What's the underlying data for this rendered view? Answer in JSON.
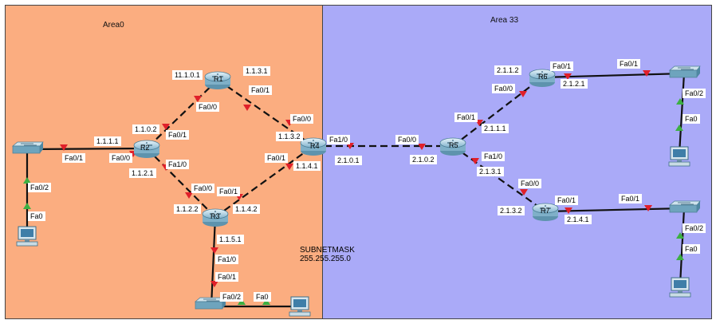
{
  "areas": {
    "area0": "Area0",
    "area33": "Area 33"
  },
  "subnet": {
    "title": "SUBNETMASK",
    "value": "255.255.255.0"
  },
  "routers": {
    "r1": "R1",
    "r2": "R2",
    "r3": "R3",
    "r4": "R4",
    "r5": "R5",
    "r6": "R6",
    "r7": "R7"
  },
  "labels": {
    "r1_ip_left": "11.1.0.1",
    "r1_ip_right": "1.1.3.1",
    "r1_fa00": "Fa0/0",
    "r1_fa01": "Fa0/1",
    "r2_ip_top": "1.1.0.2",
    "r2_fa01_top": "Fa0/1",
    "r2_ip_left": "1.1.1.1",
    "r2_fa00": "Fa0/0",
    "r2_fa10": "Fa1/0",
    "r2_ip_bottom": "1.1.2.1",
    "sw1_fa01": "Fa0/1",
    "sw1_fa02": "Fa0/2",
    "pc1_fa0": "Fa0",
    "r3_fa00": "Fa0/0",
    "r3_fa01": "Fa0/1",
    "r3_ip_left": "1.1.2.2",
    "r3_ip_right": "1.1.4.2",
    "r3_ip_bottom": "1.1.5.1",
    "r3_fa10": "Fa1/0",
    "sw2_fa01": "Fa0/1",
    "sw2_fa02": "Fa0/2",
    "pc2_fa0": "Fa0",
    "r4_fa00": "Fa0/0",
    "r4_ip_top": "1.1.3.2",
    "r4_fa10": "Fa1/0",
    "r4_fa01": "Fa0/1",
    "r4_ip_bottom": "1.1.4.1",
    "r4_ip_right": "2.1.0.1",
    "r5_fa00": "Fa0/0",
    "r5_ip_left": "2.1.0.2",
    "r5_fa01": "Fa0/1",
    "r5_ip_top": "2.1.1.1",
    "r5_fa10": "Fa1/0",
    "r5_ip_bottom": "2.1.3.1",
    "r6_ip_left": "2.1.1.2",
    "r6_fa01": "Fa0/1",
    "r6_fa00": "Fa0/0",
    "r6_ip_right": "2.1.2.1",
    "sw3_fa01": "Fa0/1",
    "sw3_fa02": "Fa0/2",
    "pc3_fa0": "Fa0",
    "r7_fa00": "Fa0/0",
    "r7_fa01": "Fa0/1",
    "r7_ip_left": "2.1.3.2",
    "r7_ip_right": "2.1.4.1",
    "sw4_fa01": "Fa0/1",
    "sw4_fa02": "Fa0/2",
    "pc4_fa0": "Fa0"
  },
  "colors": {
    "area0": "#fbad80",
    "area33": "#aaaaf8",
    "link": "#111111",
    "port_down": "#e0202a",
    "port_up": "#3cb043"
  }
}
